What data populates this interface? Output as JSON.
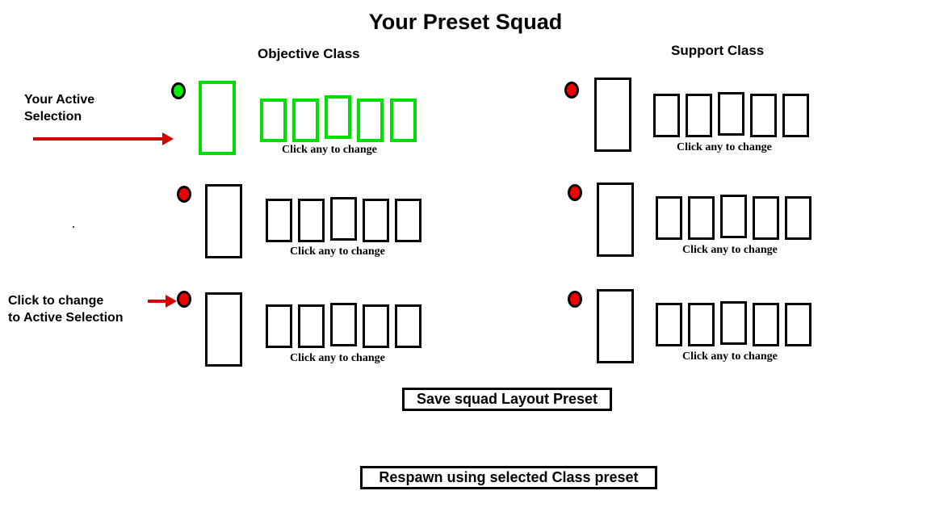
{
  "title": "Your Preset Squad",
  "columns": [
    {
      "key": "objective",
      "label": "Objective Class"
    },
    {
      "key": "support",
      "label": "Support Class"
    }
  ],
  "annotations": {
    "active_selection": "Your Active\nSelection",
    "click_to_change": "Click to change\nto Active Selection"
  },
  "caption": "Click any to change",
  "colors": {
    "active": "#00dd00",
    "inactive": "#000000",
    "dot_green": "#00ee00",
    "dot_red": "#ee0000",
    "arrow_red": "#d40000"
  },
  "presets": {
    "objective": [
      {
        "row": 1,
        "state": "active",
        "dot": "green",
        "primary_slot": "",
        "slots": [
          "",
          "",
          "",
          "",
          ""
        ],
        "caption": "Click any to change"
      },
      {
        "row": 2,
        "state": "inactive",
        "dot": "red",
        "primary_slot": "",
        "slots": [
          "",
          "",
          "",
          "",
          ""
        ],
        "caption": "Click any to change"
      },
      {
        "row": 3,
        "state": "inactive",
        "dot": "red",
        "primary_slot": "",
        "slots": [
          "",
          "",
          "",
          "",
          ""
        ],
        "caption": "Click any to change"
      }
    ],
    "support": [
      {
        "row": 1,
        "state": "inactive",
        "dot": "red",
        "primary_slot": "",
        "slots": [
          "",
          "",
          "",
          "",
          ""
        ],
        "caption": "Click any to change"
      },
      {
        "row": 2,
        "state": "inactive",
        "dot": "red",
        "primary_slot": "",
        "slots": [
          "",
          "",
          "",
          "",
          ""
        ],
        "caption": "Click any to change"
      },
      {
        "row": 3,
        "state": "inactive",
        "dot": "red",
        "primary_slot": "",
        "slots": [
          "",
          "",
          "",
          "",
          ""
        ],
        "caption": "Click any to change"
      }
    ]
  },
  "buttons": {
    "save": "Save squad Layout Preset",
    "respawn": "Respawn using selected Class preset"
  }
}
